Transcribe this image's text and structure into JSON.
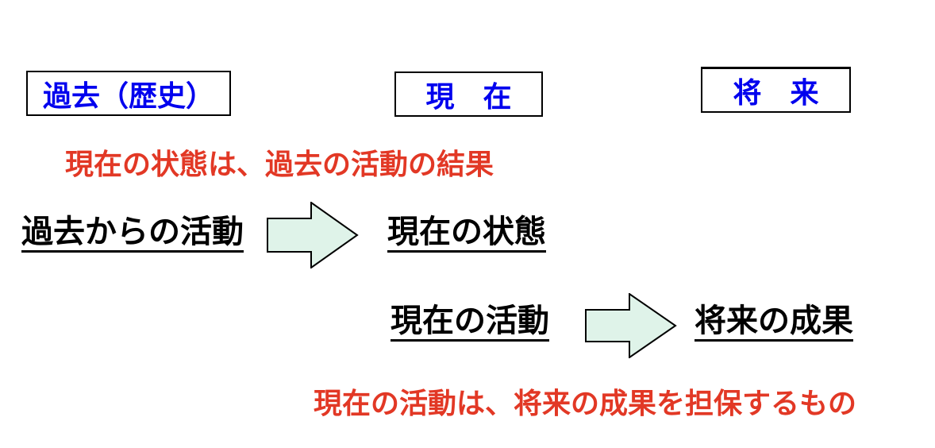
{
  "colors": {
    "background": "#ffffff",
    "timeline_text": "#0000ee",
    "timeline_border": "#000000",
    "note_text": "#e23825",
    "flow_text": "#000000",
    "arrow_fill": "#dff3e9",
    "arrow_stroke": "#000000"
  },
  "timeline": {
    "past": "過去（歴史）",
    "present": "現　在",
    "future": "将　来"
  },
  "notes": {
    "top": "現在の状態は、過去の活動の結果",
    "bottom": "現在の活動は、将来の成果を担保するもの"
  },
  "flows": [
    {
      "from": "過去からの活動",
      "to": "現在の状態"
    },
    {
      "from": "現在の活動",
      "to": "将来の成果"
    }
  ],
  "icons": {
    "arrow1": "block-arrow-right",
    "arrow2": "block-arrow-right"
  }
}
